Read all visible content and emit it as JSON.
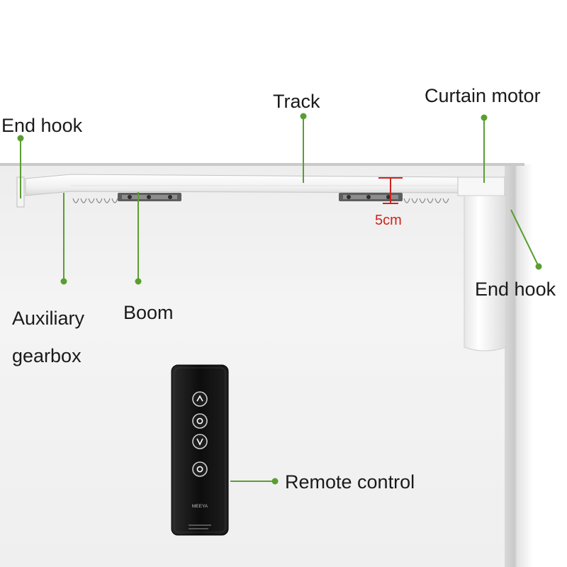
{
  "labels": {
    "track": "Track",
    "curtain_motor": "Curtain motor",
    "end_hook_left": "End hook",
    "end_hook_right": "End hook",
    "auxiliary": "Auxiliary",
    "gearbox": "gearbox",
    "boom": "Boom",
    "dimension": "5cm",
    "remote_control": "Remote control"
  },
  "remote": {
    "brand": "MEEYA"
  },
  "colors": {
    "leader_line": "#5a9e32",
    "dimension_mark": "#d0211c",
    "remote_body": "#111111"
  }
}
